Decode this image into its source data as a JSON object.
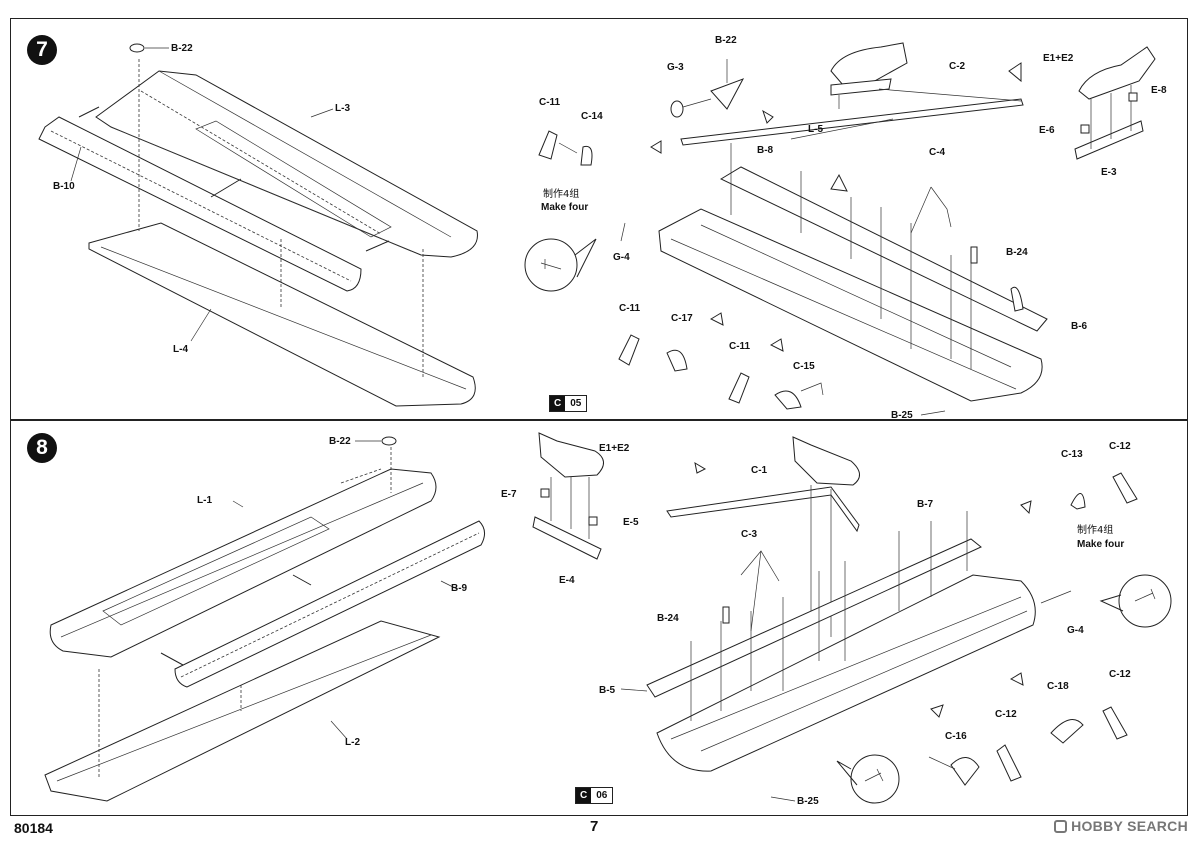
{
  "steps": {
    "step7": {
      "number": "7",
      "labels": {
        "b22": "B-22",
        "l3": "L-3",
        "b10": "B-10",
        "l4": "L-4",
        "c11a": "C-11",
        "c14": "C-14",
        "g3": "G-3",
        "b22b": "B-22",
        "c2": "C-2",
        "e1e2": "E1+E2",
        "e8": "E-8",
        "e6": "E-6",
        "e3": "E-3",
        "l5": "L-5",
        "b8": "B-8",
        "c4": "C-4",
        "g4": "G-4",
        "b24": "B-24",
        "b6": "B-6",
        "c11b": "C-11",
        "c17": "C-17",
        "c11c": "C-11",
        "c15": "C-15",
        "b25": "B-25"
      },
      "make_cn": "制作4组",
      "make_en": "Make four",
      "badge_letter": "C",
      "badge_num": "05"
    },
    "step8": {
      "number": "8",
      "labels": {
        "b22": "B-22",
        "l1": "L-1",
        "b9": "B-9",
        "l2": "L-2",
        "e1e2": "E1+E2",
        "e7": "E-7",
        "e5": "E-5",
        "e4": "E-4",
        "c1": "C-1",
        "c3": "C-3",
        "b7": "B-7",
        "b24": "B-24",
        "b5": "B-5",
        "c13": "C-13",
        "c12a": "C-12",
        "g4": "G-4",
        "c18": "C-18",
        "c12b": "C-12",
        "c12c": "C-12",
        "c16": "C-16",
        "b25": "B-25"
      },
      "make_cn": "制作4组",
      "make_en": "Make four",
      "badge_letter": "C",
      "badge_num": "06"
    }
  },
  "footer": {
    "product_code": "80184",
    "page_number": "7",
    "watermark": "HOBBY SEARCH"
  }
}
